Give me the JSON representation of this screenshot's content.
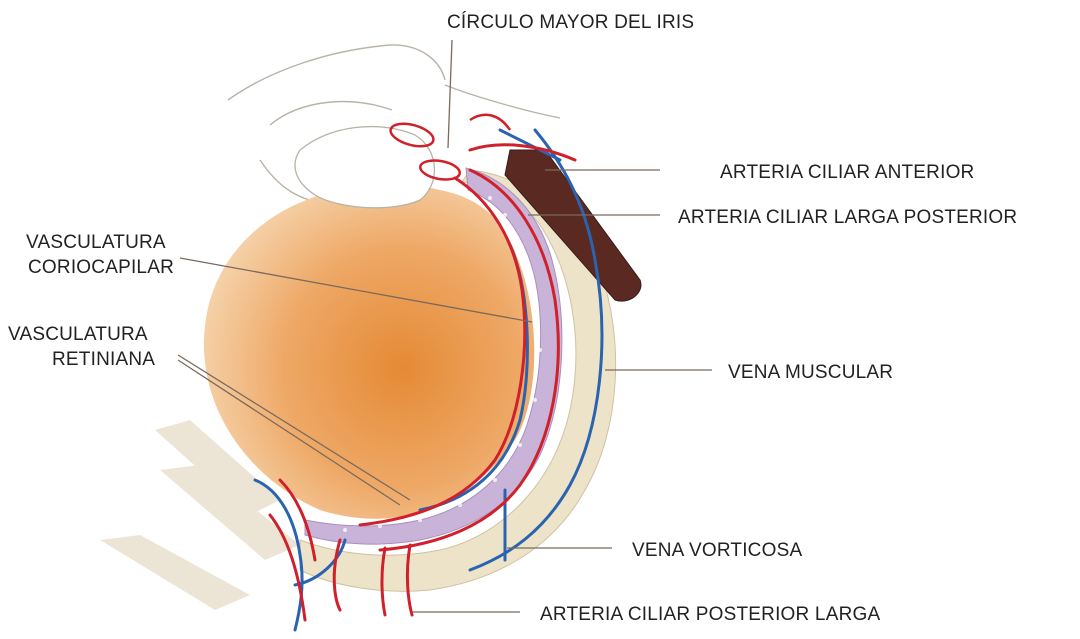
{
  "labels": {
    "circulo_mayor_iris": "CÍRCULO MAYOR DEL IRIS",
    "arteria_ciliar_anterior": "ARTERIA CILIAR  ANTERIOR",
    "arteria_ciliar_larga_posterior": "ARTERIA CILIAR  LARGA POSTERIOR",
    "vasculatura_coriocapilar_1": "VASCULATURA",
    "vasculatura_coriocapilar_2": "CORIOCAPILAR",
    "vasculatura_retiniana_1": "VASCULATURA",
    "vasculatura_retiniana_2": "RETINIANA",
    "vena_muscular": "VENA MUSCULAR",
    "vena_vorticosa": "VENA VORTICOSA",
    "arteria_ciliar_posterior_larga": "ARTERIA CILIAR POSTERIOR LARGA"
  },
  "colors": {
    "artery": "#d0202a",
    "vein": "#2a63b0",
    "choroid": "#c9b3d9",
    "sclera": "#ece3c9",
    "globe": "#e79a4c",
    "muscle": "#5a2a22",
    "label_text": "#222222"
  }
}
